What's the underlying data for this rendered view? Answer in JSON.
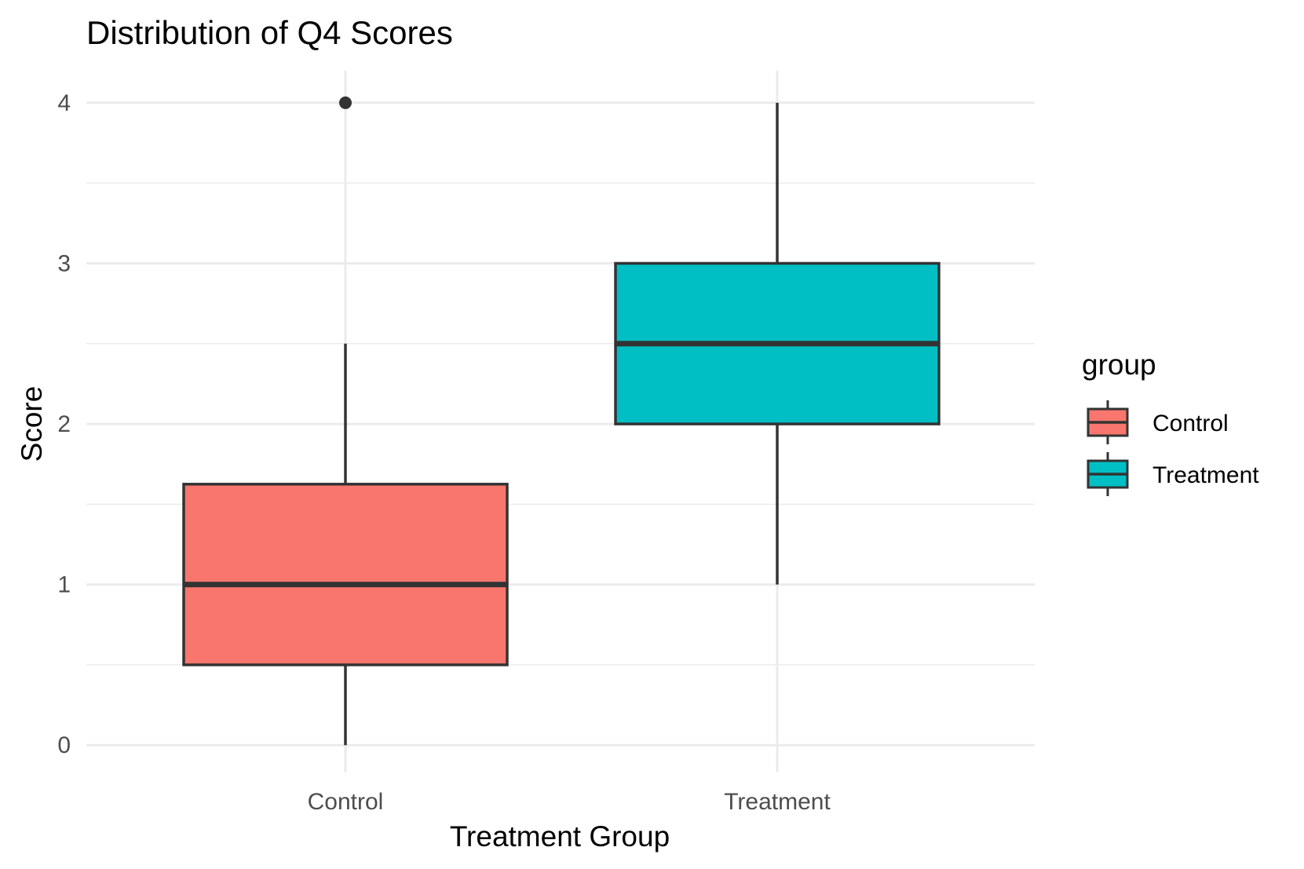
{
  "chart_data": {
    "type": "boxplot",
    "title": "Distribution of Q4 Scores",
    "xlabel": "Treatment Group",
    "ylabel": "Score",
    "categories": [
      "Control",
      "Treatment"
    ],
    "yticks": [
      0,
      1,
      2,
      3,
      4
    ],
    "ylim": [
      -0.17,
      4.2
    ],
    "grid": true,
    "legend": {
      "title": "group",
      "position": "right",
      "items": [
        {
          "label": "Control",
          "color": "#F8766D"
        },
        {
          "label": "Treatment",
          "color": "#00BFC4"
        }
      ]
    },
    "boxes": [
      {
        "category": "Control",
        "whisker_low": 0,
        "q1": 0.5,
        "median": 1,
        "q3": 1.625,
        "whisker_high": 2.5,
        "outliers": [
          4
        ],
        "color": "#F8766D"
      },
      {
        "category": "Treatment",
        "whisker_low": 1,
        "q1": 2,
        "median": 2.5,
        "q3": 3,
        "whisker_high": 4,
        "outliers": [],
        "color": "#00BFC4"
      }
    ]
  }
}
